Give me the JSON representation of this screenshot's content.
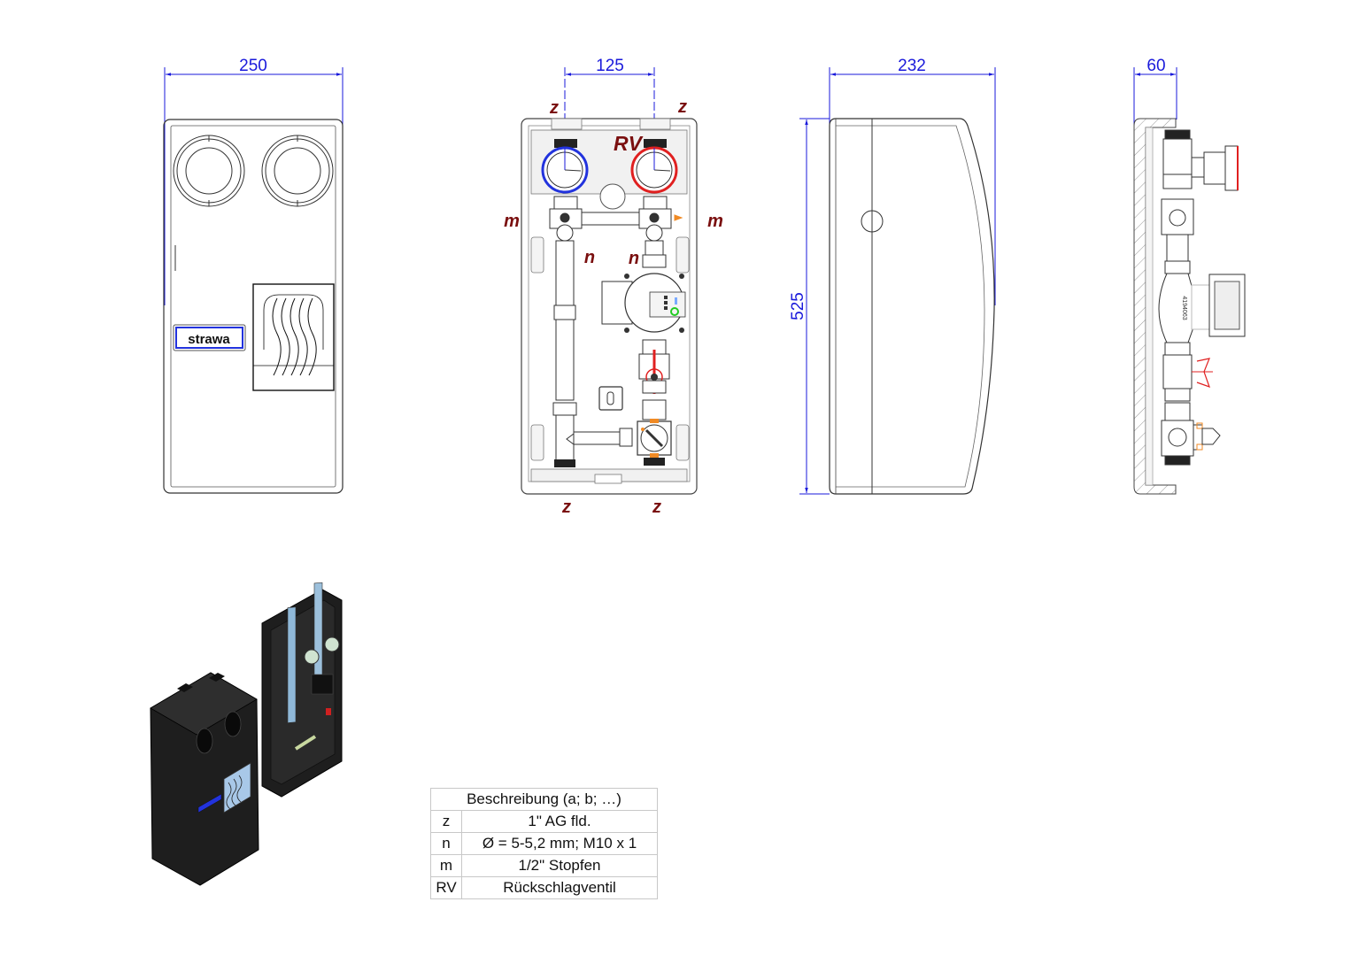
{
  "drawing": {
    "front_view": {
      "dimension_width": "250",
      "brand_label": "strawa"
    },
    "open_view": {
      "dimension_spacing": "125",
      "labels": {
        "z_top_left": "z",
        "z_top_right": "z",
        "rv": "RV",
        "m_left": "m",
        "m_right": "m",
        "n_left": "n",
        "n_right": "n",
        "z_bottom_left": "z",
        "z_bottom_right": "z"
      }
    },
    "side_view": {
      "dimension_depth": "232",
      "dimension_height": "525"
    },
    "section_view": {
      "dimension_depth": "60",
      "pump_marking": "4194063"
    }
  },
  "colors": {
    "dimension": "#1a1adb",
    "label": "#7a0f0f",
    "cold": "#2233dd",
    "hot": "#e02020",
    "accent_orange": "#f08a24",
    "green": "#22cc22",
    "housing_dark": "#1e1e1e"
  },
  "legend": {
    "header": "Beschreibung (a; b; …)",
    "rows": [
      {
        "key": "z",
        "value": "1\" AG fld."
      },
      {
        "key": "n",
        "value": "Ø = 5-5,2 mm; M10 x 1"
      },
      {
        "key": "m",
        "value": "1/2\" Stopfen"
      },
      {
        "key": "RV",
        "value": "Rückschlagventil"
      }
    ]
  }
}
